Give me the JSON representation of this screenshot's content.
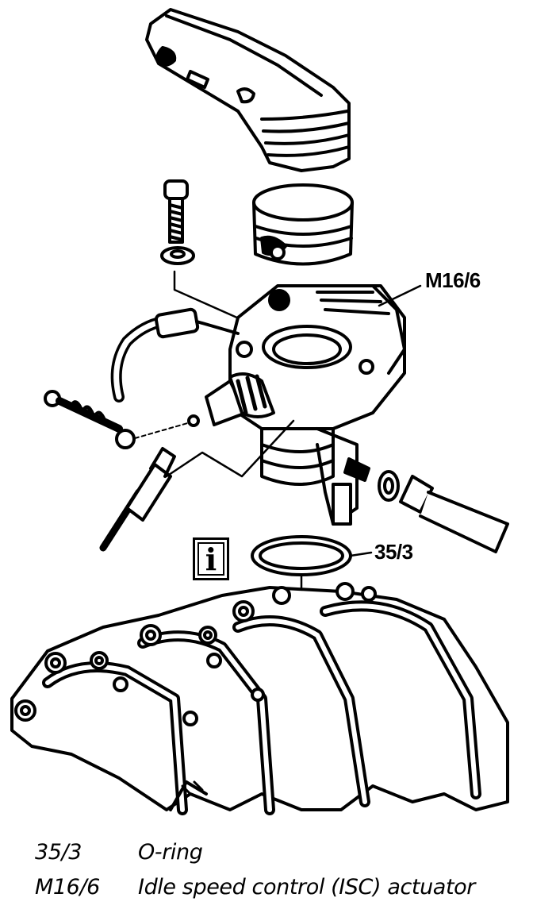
{
  "callouts": {
    "actuator": "M16/6",
    "oring": "35/3",
    "info_symbol": "i"
  },
  "legend": [
    {
      "code": "35/3",
      "desc": "O-ring"
    },
    {
      "code": "M16/6",
      "desc": "Idle speed control (ISC) actuator"
    }
  ]
}
